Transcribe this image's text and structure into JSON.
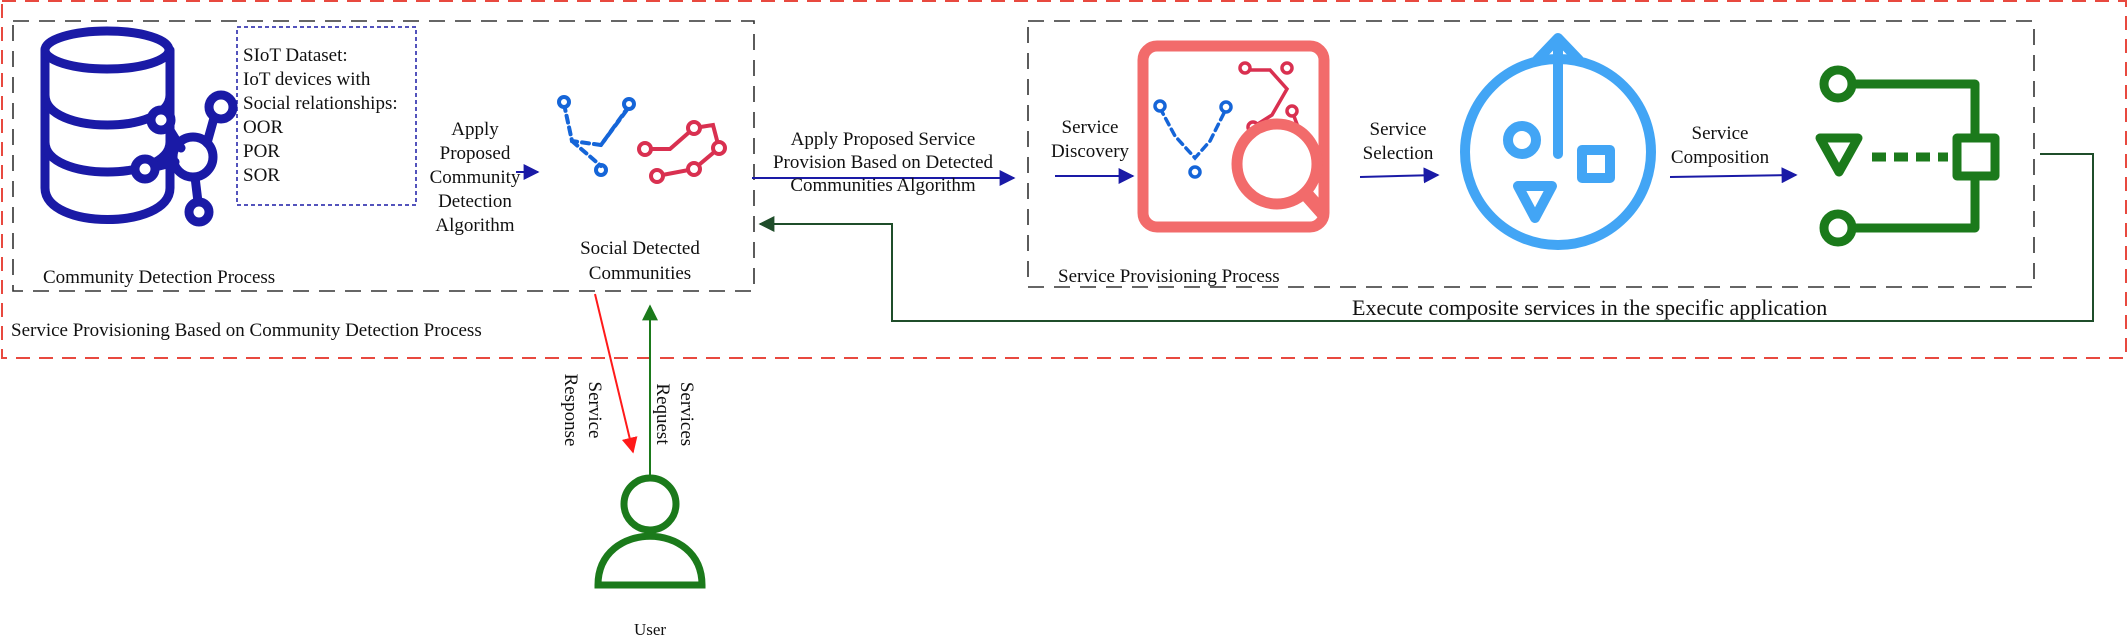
{
  "outer_box_label": "Service Provisioning Based on Community Detection Process",
  "community_box_label": "Community Detection Process",
  "provisioning_box_label": "Service Provisioning Process",
  "dataset": {
    "title": "SIoT Dataset:",
    "line1": "IoT devices with",
    "line2": "Social relationships:",
    "items": [
      "OOR",
      "POR",
      "SOR"
    ]
  },
  "apply_algorithm": [
    "Apply",
    "Proposed",
    "Community",
    "Detection",
    "Algorithm"
  ],
  "social_detected": [
    "Social Detected",
    "Communities"
  ],
  "apply_provision": [
    "Apply Proposed Service",
    "Provision Based on Detected",
    "Communities Algorithm"
  ],
  "service_discovery": [
    "Service",
    "Discovery"
  ],
  "service_selection": [
    "Service",
    "Selection"
  ],
  "service_composition": [
    "Service",
    "Composition"
  ],
  "execute_label": "Execute composite services in the specific application",
  "service_response": [
    "Service",
    "Response"
  ],
  "services_request": [
    "Services",
    "Request"
  ],
  "user_label": "User",
  "colors": {
    "navy": "#1a1aa6",
    "blue": "#1565d8",
    "red": "#d93050",
    "salmon": "#f26b6b",
    "sky": "#42a5f5",
    "green": "#1b7a1b",
    "dark_green": "#1f4d2a",
    "outer_dash": "#e8493f"
  },
  "icons": [
    "database-network-icon",
    "community-graph-icon",
    "discovery-search-icon",
    "selection-shapes-icon",
    "composition-flow-icon",
    "user-icon"
  ]
}
